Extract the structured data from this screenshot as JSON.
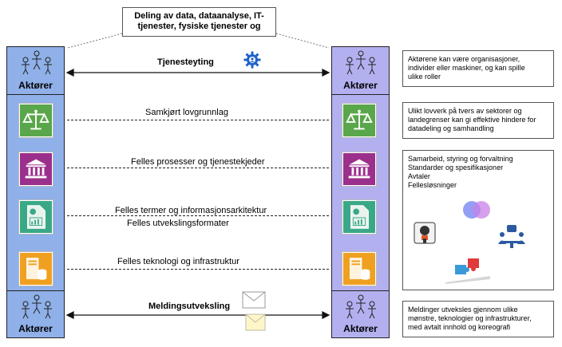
{
  "title": "Deling av data, dataanalyse, IT-tjenester, fysiske tjenester og",
  "actor_label": "Aktører",
  "rows": {
    "tjenesteyting": "Tjenesteyting",
    "lovgrunnlag": "Samkjørt lovgrunnlag",
    "prosesser": "Felles prosesser og tjenestekjeder",
    "termer": "Felles termer og informasjonsarkitektur",
    "utvekslingsformater": "Felles utvekslingsformater",
    "teknologi": "Felles teknologi og infrastruktur",
    "meldingsutveksling": "Meldingsutveksling"
  },
  "descriptions": {
    "actors": [
      "Aktørene kan være organisasjoner,",
      "individer eller maskiner, og kan spille",
      "ulike roller"
    ],
    "law": [
      "Ulikt lovverk på tvers av sektorer og",
      "landegrenser kan gi effektive hindere for",
      "datadeling og samhandling"
    ],
    "cooperation": [
      "Samarbeid, styring og forvaltning",
      "Standarder og spesifikasjoner",
      "Avtaler",
      "Fellesløsninger"
    ],
    "messages": [
      "Meldinger utveksles gjennom ulike",
      "mønstre, teknologier og infrastrukturer,",
      "med avtalt innhold og koreografi"
    ]
  },
  "colors": {
    "left_column": "#8fb0e8",
    "right_column": "#b3b0f0",
    "law_tile": "#5aa64a",
    "process_tile": "#9b2f8c",
    "info_tile": "#3aa887",
    "tech_tile": "#f0a020",
    "gear_icon": "#1f63c9"
  },
  "icons": [
    "actor-group-icon",
    "gear-icon",
    "scales-icon",
    "institution-icon",
    "document-chart-icon",
    "server-database-icon",
    "envelope-icon",
    "venn-icon",
    "plug-icon",
    "meeting-icon",
    "puzzle-icon"
  ]
}
